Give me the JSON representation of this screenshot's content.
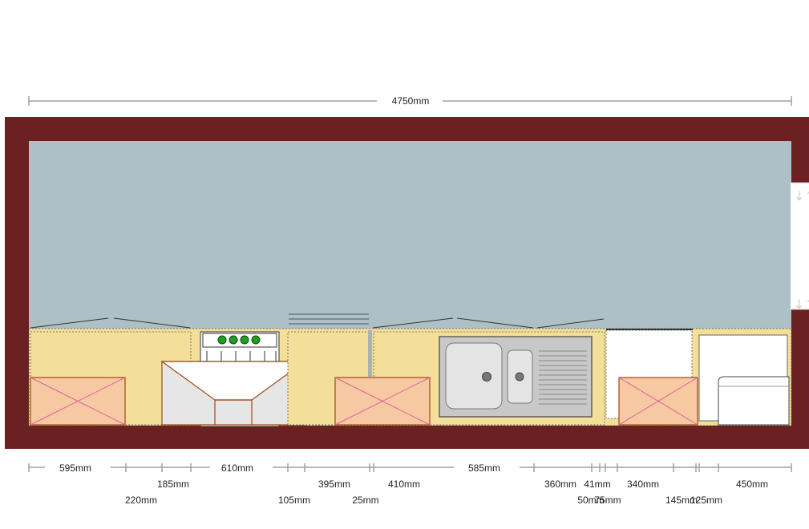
{
  "total_width_label": "4750mm",
  "colors": {
    "wall": "#6b2121",
    "floor": "#adc0c6",
    "counter": "#f3df9a",
    "appliance_fill": "#f6c9a3",
    "appliance_line": "#e0609a",
    "outline": "#9b4a16",
    "dim_line": "#a0a0a0",
    "burner": "#1ea01e"
  },
  "dimension_rows": {
    "row1": [
      "595mm",
      "610mm",
      "585mm"
    ],
    "row2": [
      "185mm",
      "395mm",
      "410mm",
      "360mm",
      "41mm",
      "340mm",
      "450mm"
    ],
    "row3": [
      "220mm",
      "105mm",
      "25mm",
      "50mm",
      "75mm",
      "145mm",
      "125mm"
    ]
  },
  "icons": [
    "stove-icon",
    "sink-icon",
    "extractor-hood-icon",
    "fridge-icon",
    "door-icon"
  ]
}
